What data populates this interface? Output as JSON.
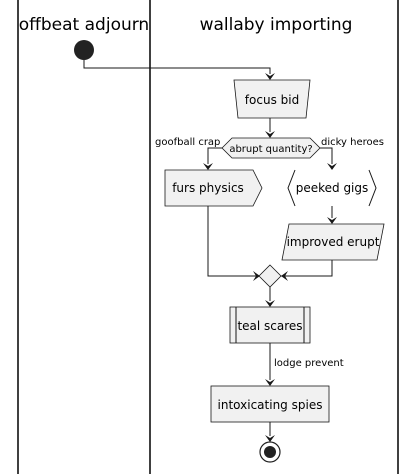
{
  "swimlanes": [
    {
      "title": "offbeat adjourn"
    },
    {
      "title": "wallaby importing"
    }
  ],
  "nodes": {
    "focus_bid": "focus bid",
    "decision": "abrupt quantity?",
    "furs_physics": "furs physics",
    "peeked_gigs": "peeked gigs",
    "improved_erupt": "improved erupt",
    "teal_scares": "teal scares",
    "intoxicating_spies": "intoxicating spies"
  },
  "edges": {
    "left_branch": "goofball crap",
    "right_branch": "dicky heroes",
    "lodge": "lodge prevent"
  }
}
